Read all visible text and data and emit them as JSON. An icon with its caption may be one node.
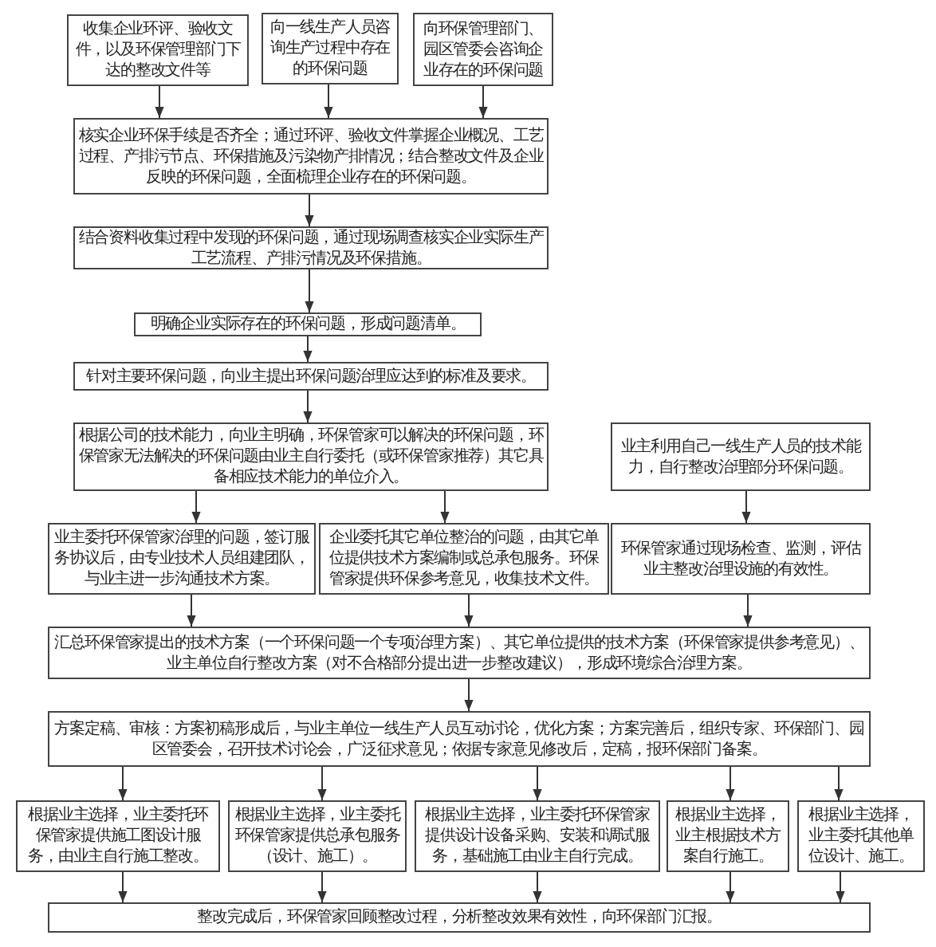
{
  "diagram": {
    "nodes": [
      {
        "text": [
          "收集企业环评、验收文件，以及环保管理部门下达的整改文件等"
        ]
      },
      {
        "text": [
          "向一线生产人员咨询生产过程中存在的环保问题"
        ]
      },
      {
        "text": [
          "向环保管理部门、园区管委会咨询企业存在的环保问题"
        ]
      },
      {
        "text": [
          "核实企业环保手续是否齐全；通过环评、验收文件掌握企业概况、工艺过程、产排污节点、环保措施及污染物产排情况；结合整改文件及企业反映的环保问题，全面梳理企业存在的环保问题。"
        ]
      },
      {
        "text": [
          "结合资料收集过程中发现的环保问题，通过现场调查核实企业实际生产工艺流程、产排污情况及环保措施。"
        ]
      },
      {
        "text": [
          "明确企业实际存在的环保问题，形成问题清单。"
        ]
      },
      {
        "text": [
          "针对主要环保问题，向业主提出环保问题治理应达到的标准及要求。"
        ]
      },
      {
        "text": [
          "根据公司的技术能力，向业主明确，环保管家可以解决的环保问题，环保管家无法解决的环保问题由业主自行委托（或环保管家推荐）其它具备相应技术能力的单位介入。"
        ]
      },
      {
        "text": [
          "业主利用自己一线生产人员的技术能力，自行整改治理部分环保问题。"
        ]
      },
      {
        "text": [
          "业主委托环保管家治理的问题，签订服务协议后，由专业技术人员组建团队，与业主进一步沟通技术方案。"
        ]
      },
      {
        "text": [
          "企业委托其它单位整治的问题，由其它单位提供技术方案编制或总承包服务。环保管家提供环保参考意见，收集技术文件。"
        ]
      },
      {
        "text": [
          "环保管家通过现场检查、监测，评估业主整改治理设施的有效性。"
        ]
      },
      {
        "text": [
          "汇总环保管家提出的技术方案（一个环保问题一个专项治理方案）、其它单位提供的技术方案（环保管家提供参考意见）、业主单位自行整改方案（对不合格部分提出进一步整改建议），形成环境综合治理方案。"
        ]
      },
      {
        "text": [
          "方案定稿、审核：方案初稿形成后，与业主单位一线生产人员互动讨论，优化方案；方案完善后，组织专家、环保部门、园区管委会，召开技术讨论会，广泛征求意见；依据专家意见修改后，定稿，报环保部门备案。"
        ]
      },
      {
        "text": [
          "根据业主选择，业主委托环保管家提供施工图设计服务，由业主自行施工整改。"
        ]
      },
      {
        "text": [
          "根据业主选择，业主委托环保管家提供总承包服务（设计、施工）。"
        ]
      },
      {
        "text": [
          "根据业主选择，业主委托环保管家提供设计设备采购、安装和调试服务，基础施工由业主自行完成。"
        ]
      },
      {
        "text": [
          "根据业主选择，业主根据技术方案自行施工。"
        ]
      },
      {
        "text": [
          "根据业主选择，业主委托其他单位设计、施工。"
        ]
      },
      {
        "text": [
          "整改完成后，环保管家回顾整改过程，分析整改效果有效性，向环保部门汇报。"
        ]
      }
    ],
    "edges": [
      {
        "from": 0,
        "to": 3,
        "arrow": "to"
      },
      {
        "from": 1,
        "to": 3,
        "arrow": "to"
      },
      {
        "from": 2,
        "to": 3,
        "arrow": "to"
      },
      {
        "from": 3,
        "to": 4,
        "arrow": "to"
      },
      {
        "from": 4,
        "to": 5,
        "arrow": "to"
      },
      {
        "from": 5,
        "to": 6,
        "arrow": "to"
      },
      {
        "from": 6,
        "to": 7,
        "arrow": "to"
      },
      {
        "from": 7,
        "to": 9,
        "arrow": "to"
      },
      {
        "from": 7,
        "to": 10,
        "arrow": "to"
      },
      {
        "from": 8,
        "to": 11,
        "arrow": "to"
      },
      {
        "from": 9,
        "to": 12,
        "arrow": "to"
      },
      {
        "from": 10,
        "to": 12,
        "arrow": "to"
      },
      {
        "from": 11,
        "to": 12,
        "arrow": "to"
      },
      {
        "from": 12,
        "to": 13,
        "arrow": "to"
      },
      {
        "from": 13,
        "to": 14,
        "arrow": "to"
      },
      {
        "from": 13,
        "to": 15,
        "arrow": "to"
      },
      {
        "from": 13,
        "to": 16,
        "arrow": "to"
      },
      {
        "from": 13,
        "to": 17,
        "arrow": "to"
      },
      {
        "from": 13,
        "to": 18,
        "arrow": "to"
      },
      {
        "from": 14,
        "to": 19,
        "arrow": "to"
      },
      {
        "from": 15,
        "to": 19,
        "arrow": "to"
      },
      {
        "from": 16,
        "to": 19,
        "arrow": "to"
      },
      {
        "from": 17,
        "to": 19,
        "arrow": "to"
      },
      {
        "from": 18,
        "to": 19,
        "arrow": "to"
      }
    ]
  }
}
